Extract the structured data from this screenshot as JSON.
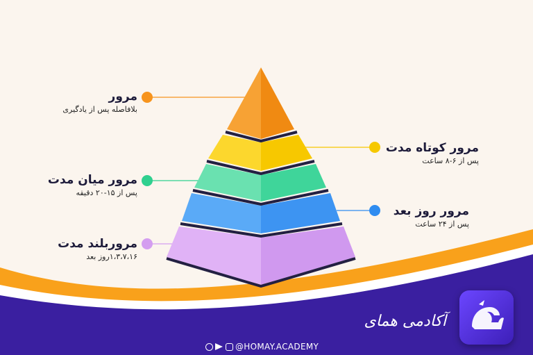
{
  "labels": [
    {
      "title": "مرور",
      "subtitle": "بلافاصله پس از یادگیری",
      "color": "#f7941d"
    },
    {
      "title": "مرور کوتاه مدت",
      "subtitle": "پس از ۶-۸ ساعت",
      "color": "#f6c800"
    },
    {
      "title": "مرور میان مدت",
      "subtitle": "پس از ۱۵-۲۰ دقیقه",
      "color": "#2fd08f"
    },
    {
      "title": "مرور روز بعد",
      "subtitle": "پس از ۲۴ ساعت",
      "color": "#2f8cf0"
    },
    {
      "title": "مروربلند مدت",
      "subtitle": "۱،۳،۷،۱۶روز بعد",
      "color": "#d49ef0"
    }
  ],
  "brand": {
    "name": "آکادمی همای"
  },
  "footer": {
    "handle": "@HOMAY.ACADEMY"
  },
  "icons": [
    "web-icon",
    "telegram-icon",
    "instagram-icon",
    "homay-logo-icon"
  ]
}
